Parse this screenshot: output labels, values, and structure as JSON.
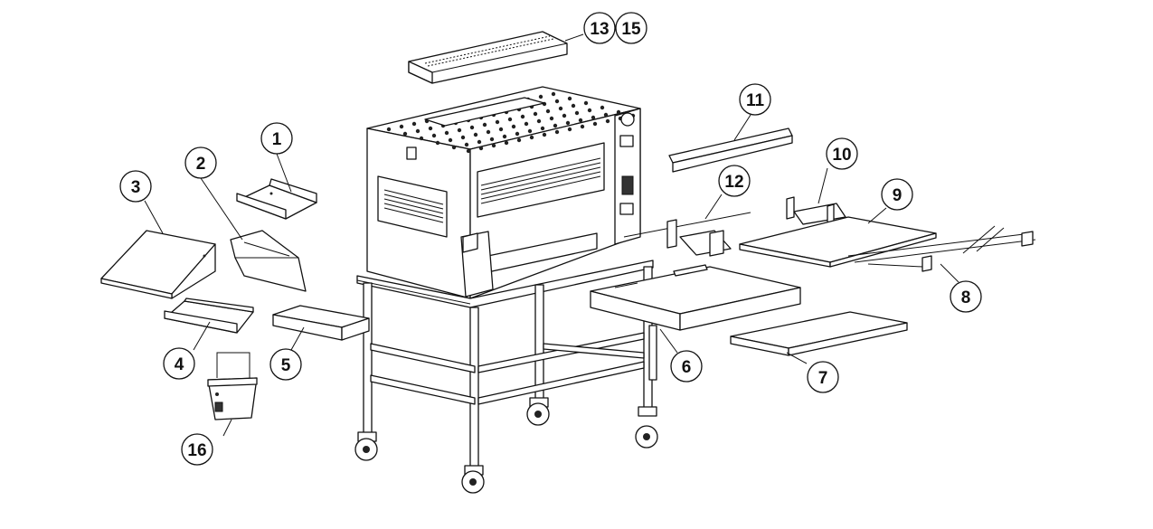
{
  "diagram": {
    "callouts": [
      {
        "id": "c1",
        "label": "1"
      },
      {
        "id": "c2",
        "label": "2"
      },
      {
        "id": "c3",
        "label": "3"
      },
      {
        "id": "c4",
        "label": "4"
      },
      {
        "id": "c5",
        "label": "5"
      },
      {
        "id": "c6",
        "label": "6"
      },
      {
        "id": "c7",
        "label": "7"
      },
      {
        "id": "c8",
        "label": "8"
      },
      {
        "id": "c9",
        "label": "9"
      },
      {
        "id": "c10",
        "label": "10"
      },
      {
        "id": "c11",
        "label": "11"
      },
      {
        "id": "c12",
        "label": "12"
      },
      {
        "id": "c13",
        "label": "13"
      },
      {
        "id": "c15",
        "label": "15"
      },
      {
        "id": "c16",
        "label": "16"
      }
    ]
  }
}
